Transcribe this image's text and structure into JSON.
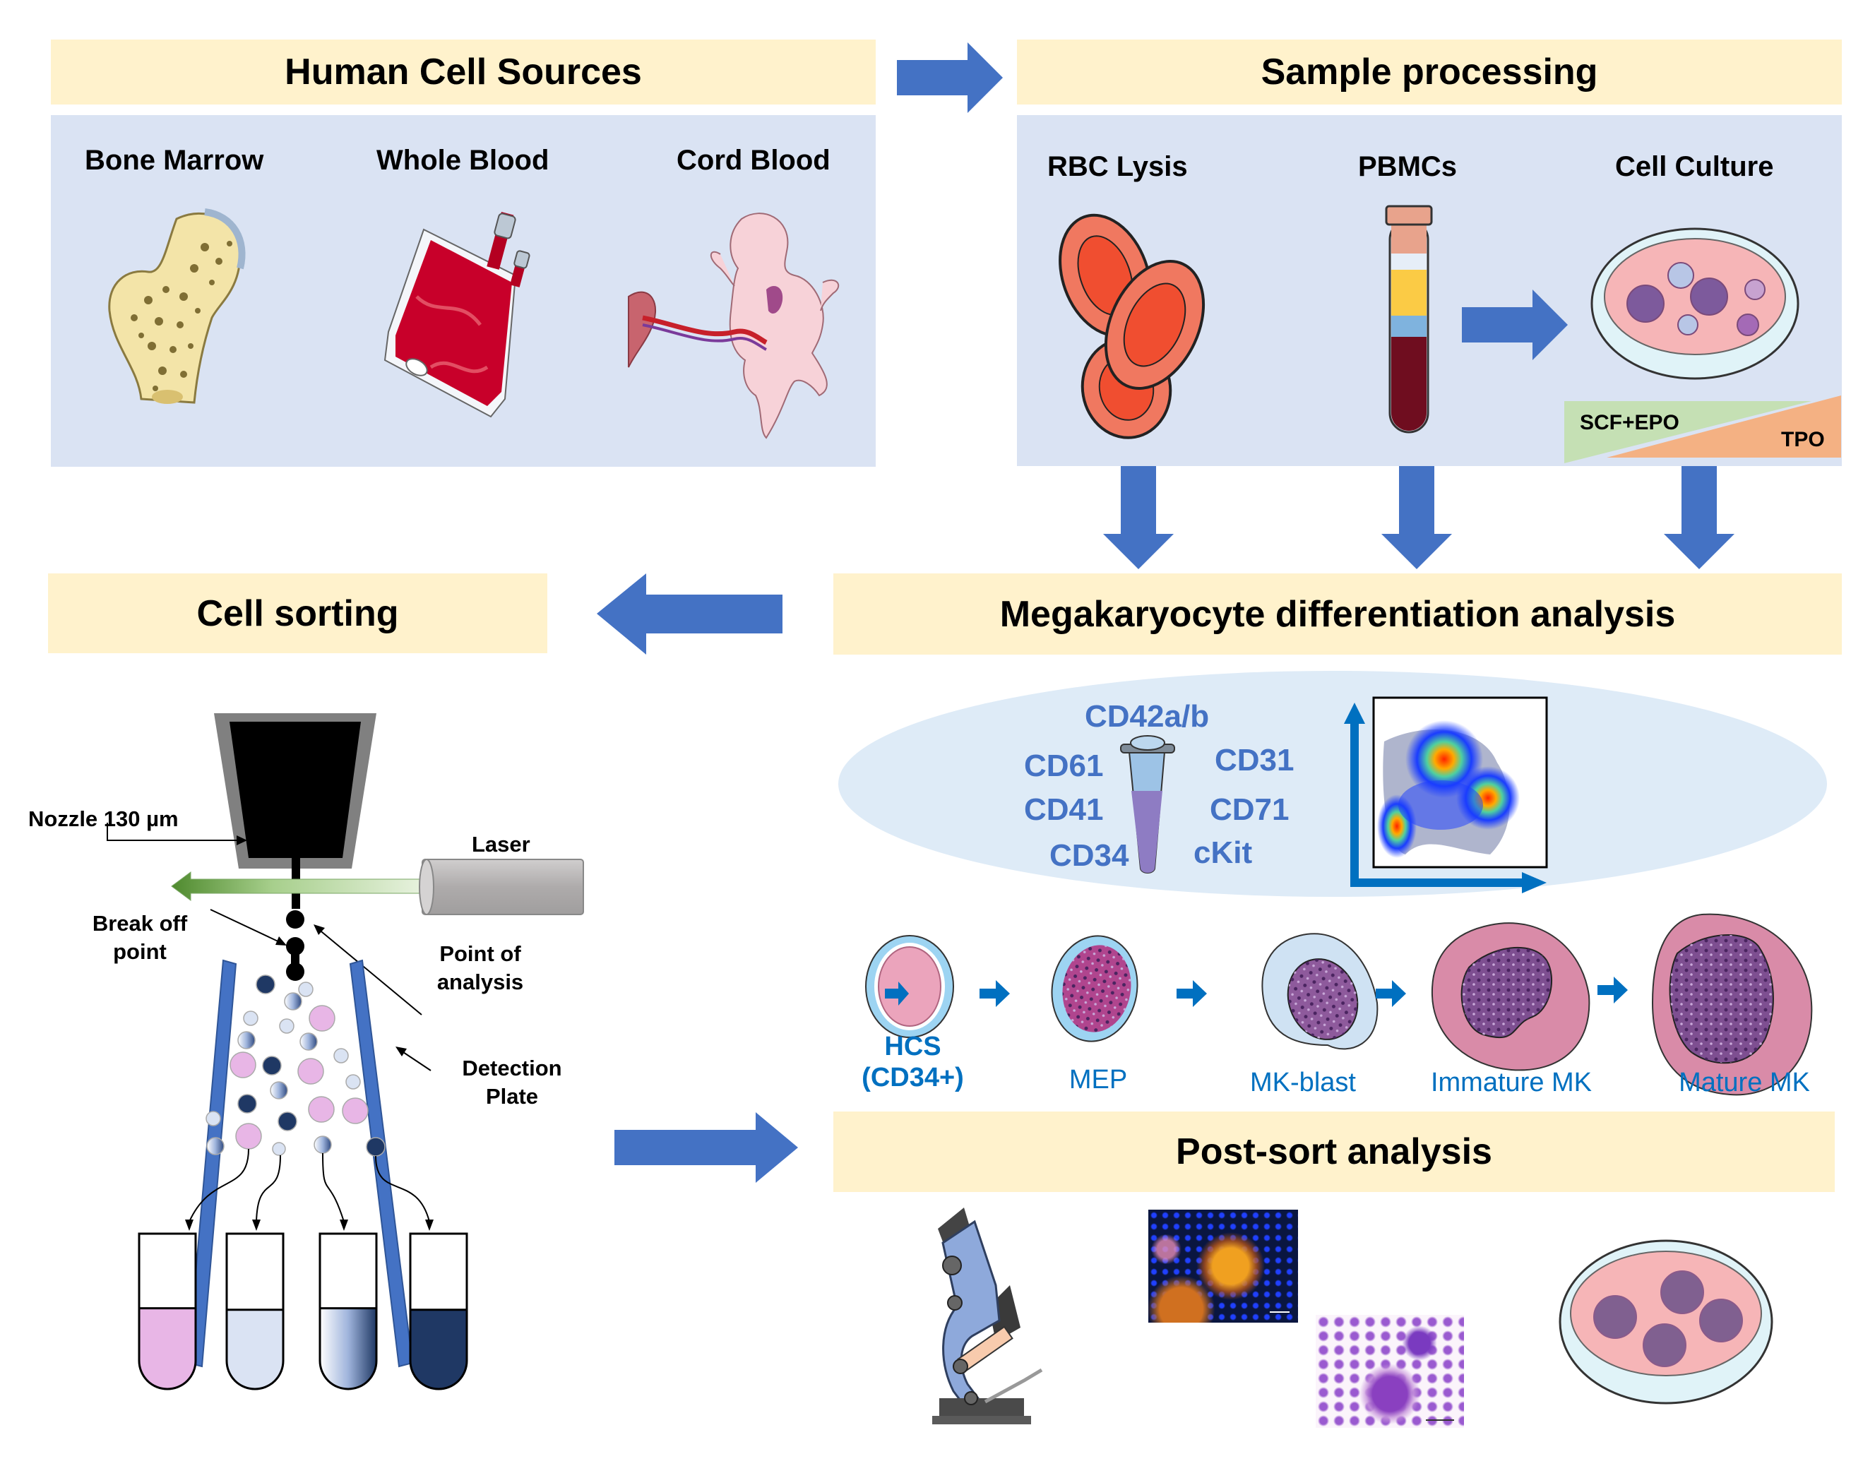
{
  "sections": {
    "human_cell_sources": {
      "title": "Human Cell Sources",
      "items": [
        {
          "label": "Bone Marrow",
          "icon": "bone-marrow-icon"
        },
        {
          "label": "Whole Blood",
          "icon": "blood-bag-icon"
        },
        {
          "label": "Cord Blood",
          "icon": "newborn-cord-icon"
        }
      ]
    },
    "sample_processing": {
      "title": "Sample processing",
      "items": [
        {
          "label": "RBC Lysis",
          "icon": "red-blood-cells-icon"
        },
        {
          "label": "PBMCs",
          "icon": "density-tube-icon"
        },
        {
          "label": "Cell Culture",
          "icon": "petri-dish-icon"
        }
      ],
      "gradient": {
        "left_label": "SCF+EPO",
        "right_label": "TPO"
      }
    },
    "cell_sorting": {
      "title": "Cell sorting",
      "labels": {
        "nozzle": "Nozzle 130 µm",
        "laser": "Laser",
        "break_off_line1": "Break off",
        "break_off_line2": "point",
        "analysis_line1": "Point of",
        "analysis_line2": "analysis",
        "plate_line1": "Detection",
        "plate_line2": "Plate"
      },
      "tubes": [
        {
          "fill": "#E8B6E6",
          "level": 0.52
        },
        {
          "fill": "#DAE3F3",
          "level": 0.51
        },
        {
          "fill": "gradient",
          "level": 0.52
        },
        {
          "fill": "#1F3864",
          "level": 0.51
        }
      ]
    },
    "mk_analysis": {
      "title": "Megakaryocyte differentiation analysis",
      "markers_left": [
        "CD61",
        "CD41",
        "CD34"
      ],
      "marker_top": "CD42a/b",
      "markers_right": [
        "CD31",
        "CD71",
        "cKit"
      ],
      "stages": [
        {
          "label_line1": "HCS",
          "label_line2": "(CD34+)"
        },
        {
          "label_line1": "MEP"
        },
        {
          "label_line1": "MK-blast"
        },
        {
          "label_line1": "Immature MK"
        },
        {
          "label_line1": "Mature MK"
        }
      ]
    },
    "post_sort": {
      "title": "Post-sort analysis",
      "items": [
        "microscope-icon",
        "fluorescence-micrograph",
        "stained-micrograph",
        "petri-dish-icon"
      ]
    }
  },
  "colors": {
    "header_fill": "#FFF2CC",
    "panel_fill": "#DAE3F3",
    "flow_arrow": "#4472C4",
    "stage_text": "#0070C0",
    "marker_text": "#4472C4"
  }
}
